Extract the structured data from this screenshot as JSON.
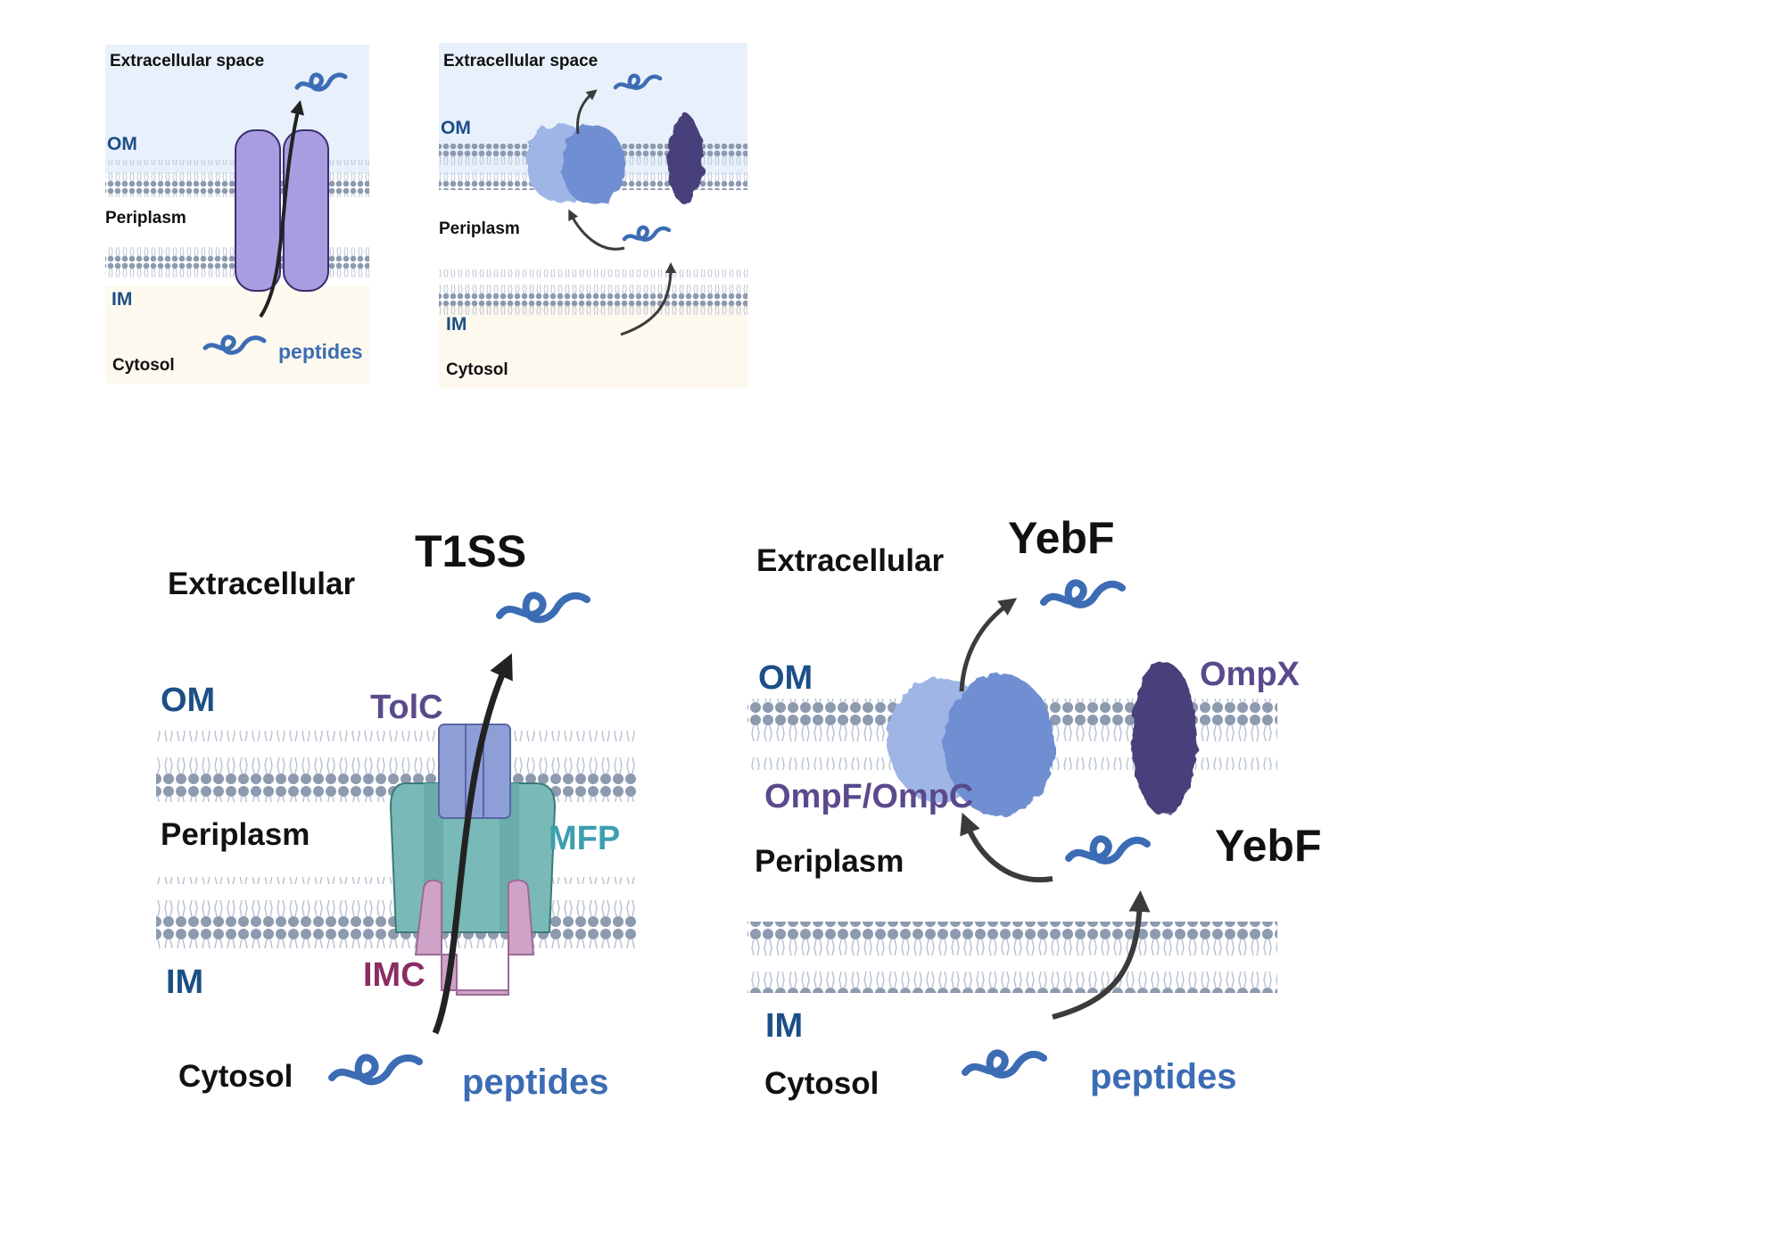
{
  "colors": {
    "background": "#ffffff",
    "extracellular_panel": "#e8f1fb",
    "cytosol_panel": "#fdf9ef",
    "lipid_head": "#8d9aaf",
    "lipid_tail": "#b6c0d0",
    "membrane_label": "#1d4f86",
    "compartment_label": "#111111",
    "peptide": "#3c6cb4",
    "arrow": "#222222",
    "arrow_grey": "#3b3b3b",
    "channel_purple": "#a79de0",
    "channel_outline": "#3d2e70",
    "porin_blue": "#6f8fd2",
    "porin_light": "#9fb5e6",
    "ompx": "#46407a",
    "tolc": "#8e9ed6",
    "mfp": "#79b9b7",
    "imc": "#cfa2c8",
    "protein_label_purple": "#5a4a8c",
    "mfp_label": "#3c9fb0",
    "imc_label": "#8a2d62"
  },
  "panels": {
    "small_left": {
      "extracellular": "Extracellular space",
      "om": "OM",
      "periplasm": "Periplasm",
      "im": "IM",
      "cytosol": "Cytosol",
      "peptides": "peptides",
      "channel_icon": "channel-protein-icon"
    },
    "small_right": {
      "extracellular": "Extracellular space",
      "om": "OM",
      "periplasm": "Periplasm",
      "im": "IM",
      "cytosol": "Cytosol",
      "porin_icon": "ompf-porin-icon",
      "ompx_icon": "ompx-icon"
    },
    "t1ss": {
      "title": "T1SS",
      "extracellular": "Extracellular",
      "om": "OM",
      "periplasm": "Periplasm",
      "im": "IM",
      "cytosol": "Cytosol",
      "peptides": "peptides",
      "tolc": "TolC",
      "mfp": "MFP",
      "imc": "IMC"
    },
    "yebf": {
      "title": "YebF",
      "extracellular": "Extracellular",
      "om": "OM",
      "periplasm": "Periplasm",
      "im": "IM",
      "cytosol": "Cytosol",
      "peptides": "peptides",
      "ompx": "OmpX",
      "ompf_ompc": "OmpF/OmpC",
      "yebf_periplasm": "YebF"
    }
  }
}
